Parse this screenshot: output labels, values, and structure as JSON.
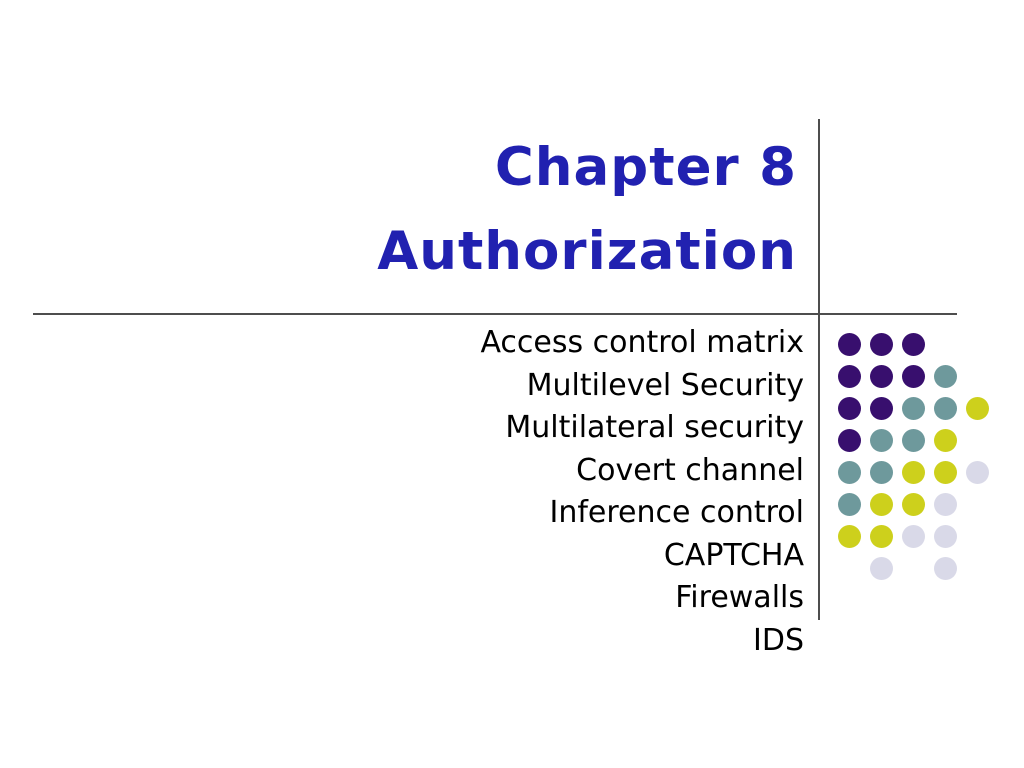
{
  "slide": {
    "title": {
      "line1": "Chapter 8",
      "line2": "Authorization"
    },
    "topics": [
      "Access control matrix",
      "Multilevel Security",
      "Multilateral security",
      "Covert channel",
      "Inference control",
      "CAPTCHA",
      "Firewalls",
      "IDS"
    ],
    "colors": {
      "background": "#ffffff",
      "title_text": "#2121b0",
      "body_text": "#000000",
      "line": "#4d4d4d",
      "dot_purple": "#380f6e",
      "dot_teal": "#6e999c",
      "dot_yellow": "#cdd01c",
      "dot_lavender": "#d9d9e8"
    },
    "decoration": {
      "rows": [
        [
          "purple",
          "purple",
          "purple",
          null,
          null
        ],
        [
          "purple",
          "purple",
          "purple",
          "teal",
          null
        ],
        [
          "purple",
          "purple",
          "teal",
          "teal",
          "yellow"
        ],
        [
          "purple",
          "teal",
          "teal",
          "yellow",
          null
        ],
        [
          "teal",
          "teal",
          "yellow",
          "yellow",
          "lavender"
        ],
        [
          "teal",
          "yellow",
          "yellow",
          "lavender",
          null
        ],
        [
          "yellow",
          "yellow",
          "lavender",
          "lavender",
          null
        ],
        [
          null,
          "lavender",
          null,
          "lavender",
          null
        ]
      ]
    }
  }
}
